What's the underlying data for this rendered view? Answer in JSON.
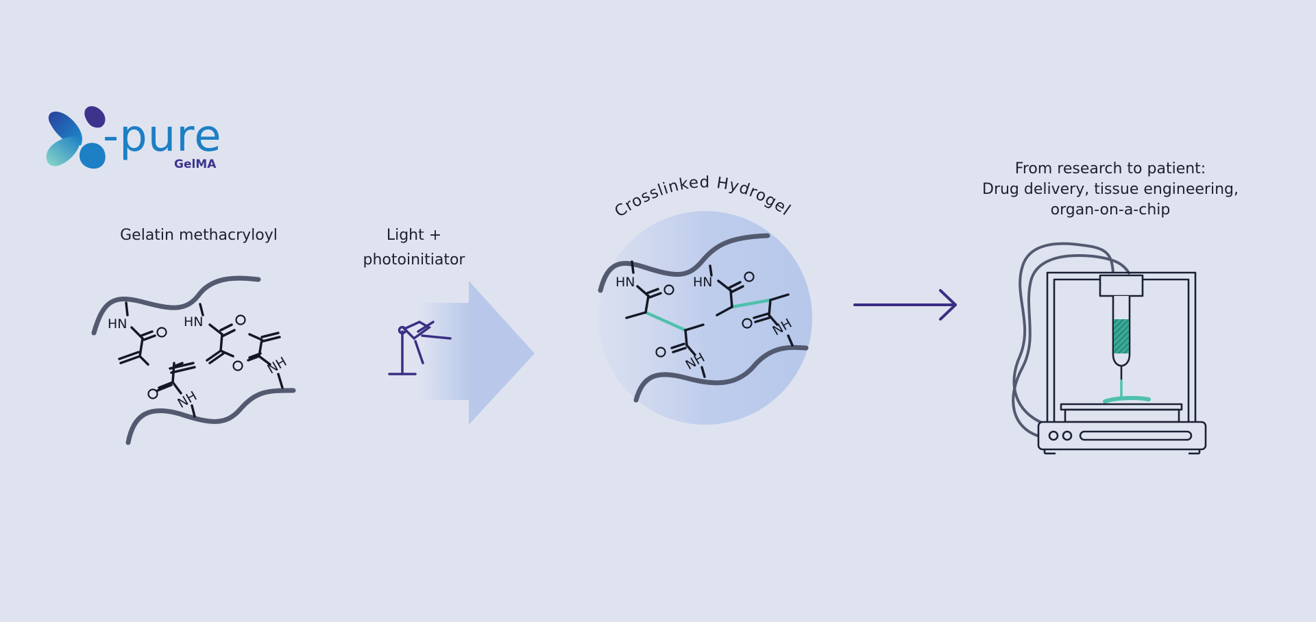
{
  "logo": {
    "name": "-pure",
    "sub": "GelMA"
  },
  "stages": {
    "gelatin": "Gelatin methacryloyl",
    "light_line1": "Light +",
    "light_line2": "photoinitiator",
    "hydrogel": "Crosslinked Hydrogel",
    "application_line1": "From research to patient:",
    "application_line2": "Drug delivery, tissue engineering,",
    "application_line3": "organ-on-a-chip"
  },
  "chem": {
    "hn": "HN",
    "nh": "NH",
    "o": "O"
  },
  "colors": {
    "background": "#dfe3f0",
    "chain": "#535a70",
    "bond": "#141824",
    "crosslink": "#4fc0ac",
    "arrow": "#3a2e84",
    "glow": "#b7c8ea",
    "brand": "#1d7fc4"
  }
}
